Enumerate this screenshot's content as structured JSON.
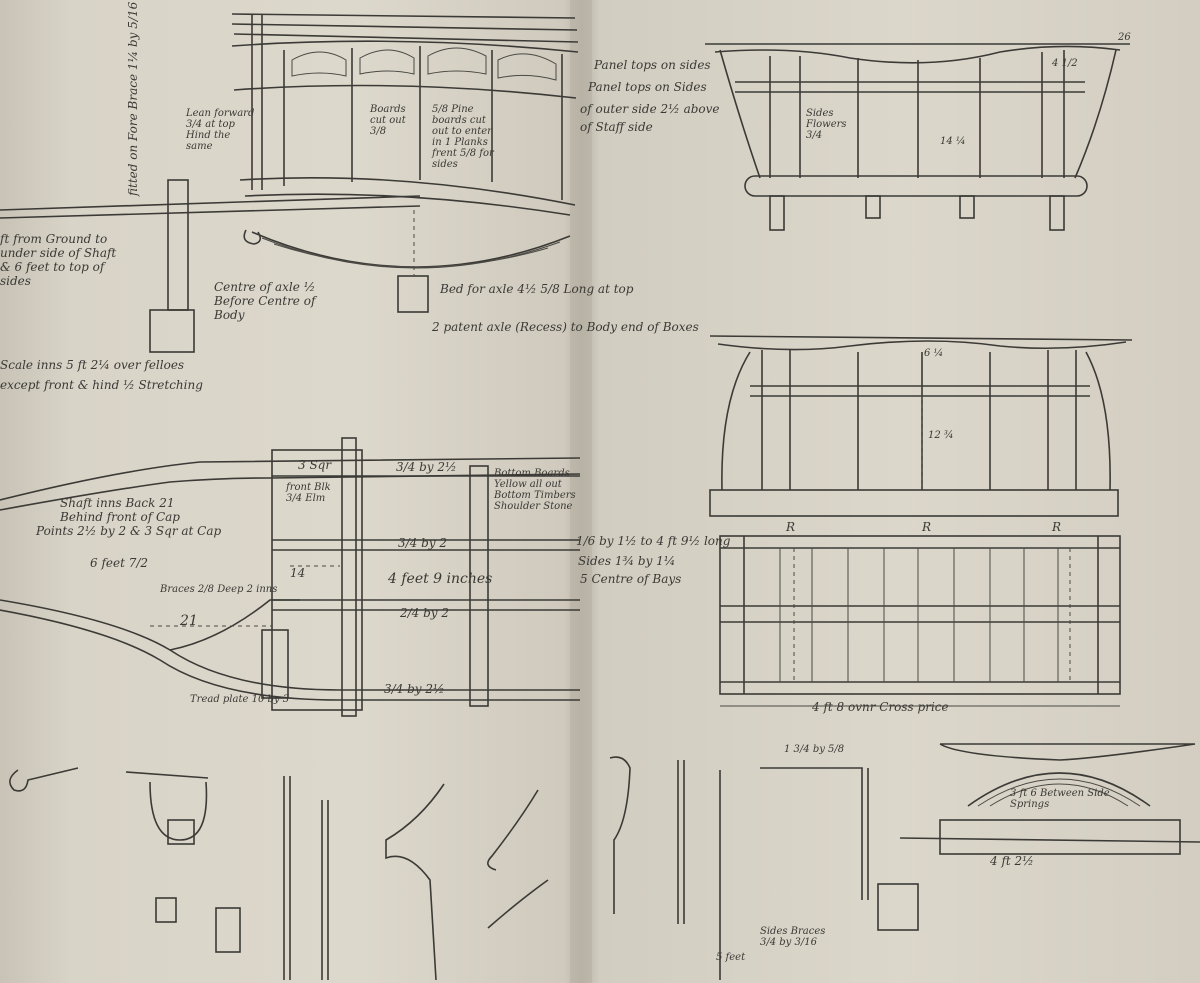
{
  "sheet_title": "",
  "notes": {
    "n_fitted_fore": "fitted on Fore Brace 1¼ by 5/16",
    "n_lean_forward": "Lean forward 3/4 at top Hind the same",
    "n_boards_cut": "Boards cut out 3/8",
    "n_pine_boards": "5/8 Pine boards cut out to enter in 1 Planks frent 5/8 for sides",
    "n_panel_tops": "Panel tops on sides",
    "n_panel_tops_2": "Panel tops on Sides",
    "n_outer_side": "of outer side 2½ above",
    "n_staff_side": "of Staff side",
    "n_sides_flowers": "Sides Flowers 3/4",
    "n_ground": "ft from Ground to under side of Shaft & 6 feet to top of sides",
    "n_centre_axle": "Centre of axle ½ Before Centre of Body",
    "n_bed_axle": "Bed for axle 4½ 5/8 Long at top",
    "n_patent_axle": "2 patent axle (Recess) to Body end of Boxes",
    "n_scale_left": "Scale inns 5 ft 2¼ over felloes",
    "n_except_front": "except front & hind ½ Stretching",
    "n_shaft_back": "Shaft inns Back 21 Behind front of Cap",
    "n_points": "Points 2½ by 2 & 3 Sqr at Cap",
    "n_6feet": "6 feet 7/2",
    "n_braces": "Braces 2/8 Deep 2 inns",
    "n_21": "21",
    "n_3sqr": "3 Sqr",
    "n_34by2": "3/4 by 2½",
    "n_34by2b": "3/4 by 2",
    "n_24by2": "2/4 by 2",
    "n_34by2c": "3/4 by 2½",
    "n_front_blocks": "front Blk 3/4 Elm",
    "n_14": "14",
    "n_4feet": "4 feet 9 inches",
    "n_bottom_boards": "Bottom Boards Yellow all out Bottom Timbers Shoulder Stone",
    "n_146": "1/6 by 1½ to 4 ft 9½ long",
    "n_sides": "Sides 1¾ by 1¼",
    "n_5centre": "5 Centre of Bays",
    "n_tread_plate": "Tread plate 10 by 3",
    "n_4ft8": "4 ft 8 ovnr Cross price",
    "n_1_3_4": "1 3/4 by 5/8",
    "n_4ft2": "4 ft 2½",
    "n_side_springs": "3 ft 6 Between Side Springs",
    "n_side_braces": "Sides Braces 3/4 by 3/16",
    "n_5feet": "5 feet",
    "n_26": "26",
    "n_412": "4 1/2",
    "n_6_14": "6 ¼",
    "n_12_34": "12 ¾",
    "n_14_14": "14 ¼",
    "n_r1": "R",
    "n_r2": "R",
    "n_r3": "R"
  }
}
